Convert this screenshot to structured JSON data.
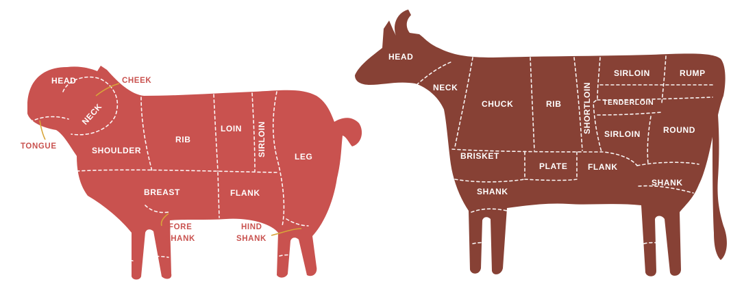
{
  "colors": {
    "background": "#ffffff",
    "lamb_body": "#c9524f",
    "cow_body": "#874135",
    "callout_text": "#c9524f",
    "callout_line": "#d8a53a",
    "cut_line": "#ffffff"
  },
  "lamb": {
    "cuts": {
      "head": "HEAD",
      "neck": "NECK",
      "shoulder": "SHOULDER",
      "rib": "RIB",
      "loin": "LOIN",
      "sirloin": "SIRLOIN",
      "leg": "LEG",
      "breast": "BREAST",
      "flank": "FLANK"
    },
    "callouts": {
      "cheek": "CHEEK",
      "tongue": "TONGUE",
      "fore_shank_1": "FORE",
      "fore_shank_2": "SHANK",
      "hind_shank_1": "HIND",
      "hind_shank_2": "SHANK"
    }
  },
  "cow": {
    "cuts": {
      "head": "HEAD",
      "neck": "NECK",
      "chuck": "CHUCK",
      "rib": "RIB",
      "shortloin": "SHORTLOIN",
      "sirloin_top": "SIRLOIN",
      "tenderloin": "TENDERLOIN",
      "sirloin_bottom": "SIRLOIN",
      "rump": "RUMP",
      "round": "ROUND",
      "brisket": "BRISKET",
      "plate": "PLATE",
      "flank": "FLANK",
      "fore_shank": "SHANK",
      "hind_shank": "SHANK"
    }
  }
}
